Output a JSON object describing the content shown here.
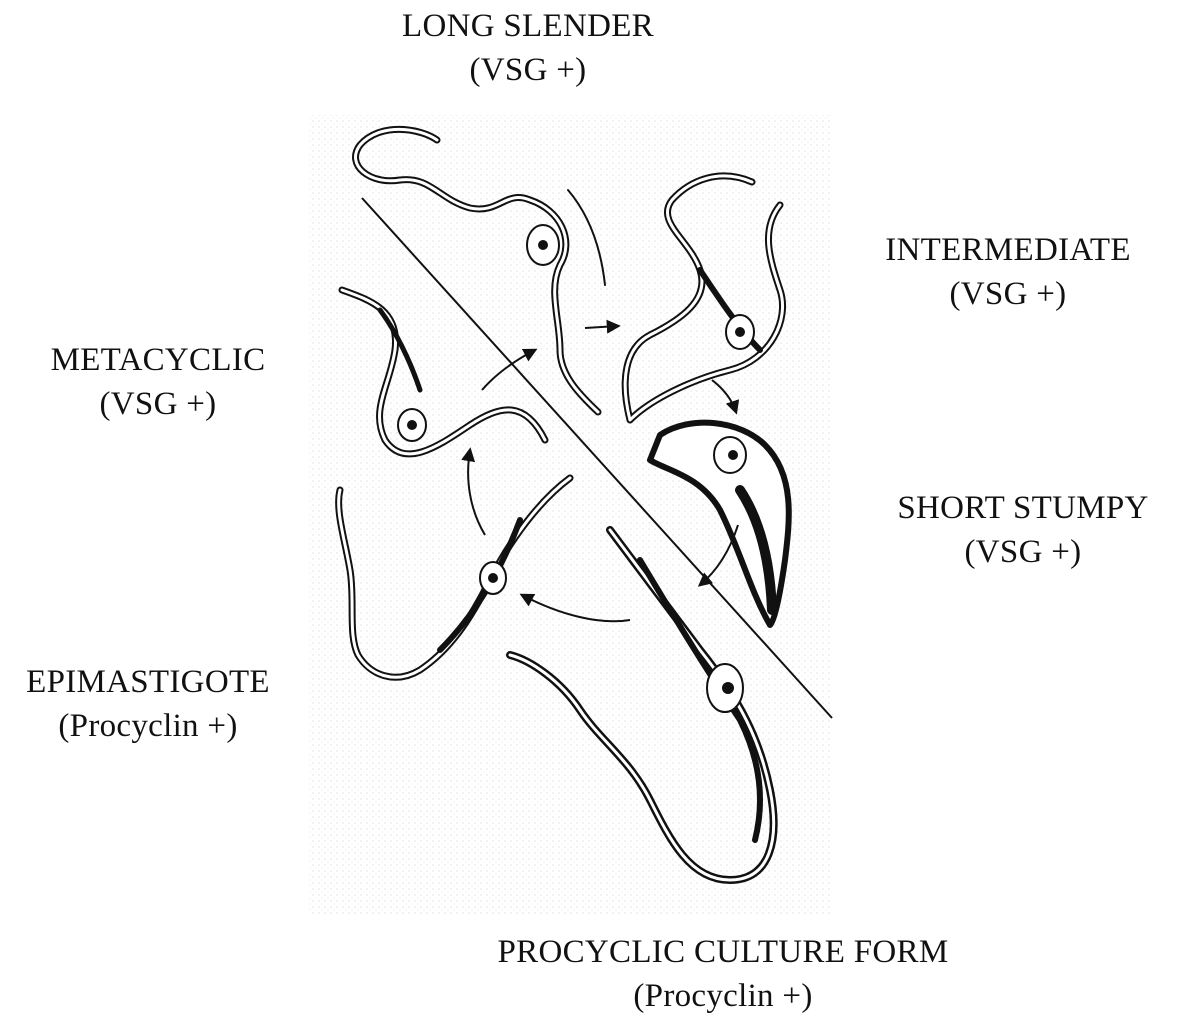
{
  "stages": {
    "long_slender": {
      "name": "LONG SLENDER",
      "marker": "(VSG +)"
    },
    "intermediate": {
      "name": "INTERMEDIATE",
      "marker": "(VSG +)"
    },
    "metacyclic": {
      "name": "METACYCLIC",
      "marker": "(VSG +)"
    },
    "short_stumpy": {
      "name": "SHORT STUMPY",
      "marker": "(VSG +)"
    },
    "epimastigote": {
      "name": "EPIMASTIGOTE",
      "marker": "(Procyclin +)"
    },
    "procyclic": {
      "name": "PROCYCLIC CULTURE FORM",
      "marker": "(Procyclin +)"
    }
  }
}
